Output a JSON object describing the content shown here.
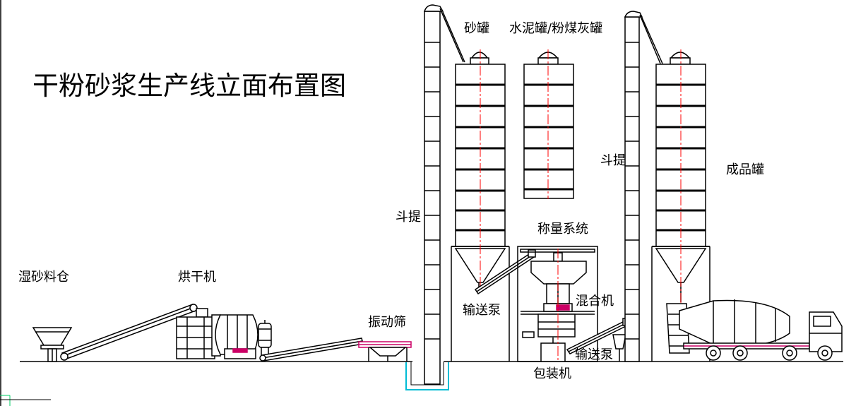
{
  "title": "干粉砂浆生产线立面布置图",
  "labels": {
    "wet_sand_bin": "湿砂料仓",
    "dryer": "烘干机",
    "vibrating_screen": "振动筛",
    "bucket_elevator_left": "斗提",
    "sand_tank": "砂罐",
    "cement_fly_ash_tank": "水泥罐/粉煤灰罐",
    "conveyor_pump_left": "输送泵",
    "weighing_system": "称量系统",
    "mixer": "混合机",
    "conveyor_pump_right": "输送泵",
    "packing_machine": "包装机",
    "bucket_elevator_right": "斗提",
    "product_tank": "成品罐"
  },
  "colors": {
    "line": "#000000",
    "centerline": "#ff0000",
    "accent_magenta": "#cc0066",
    "pit": "#00bcd4",
    "corner_mark": "#00cc66"
  }
}
